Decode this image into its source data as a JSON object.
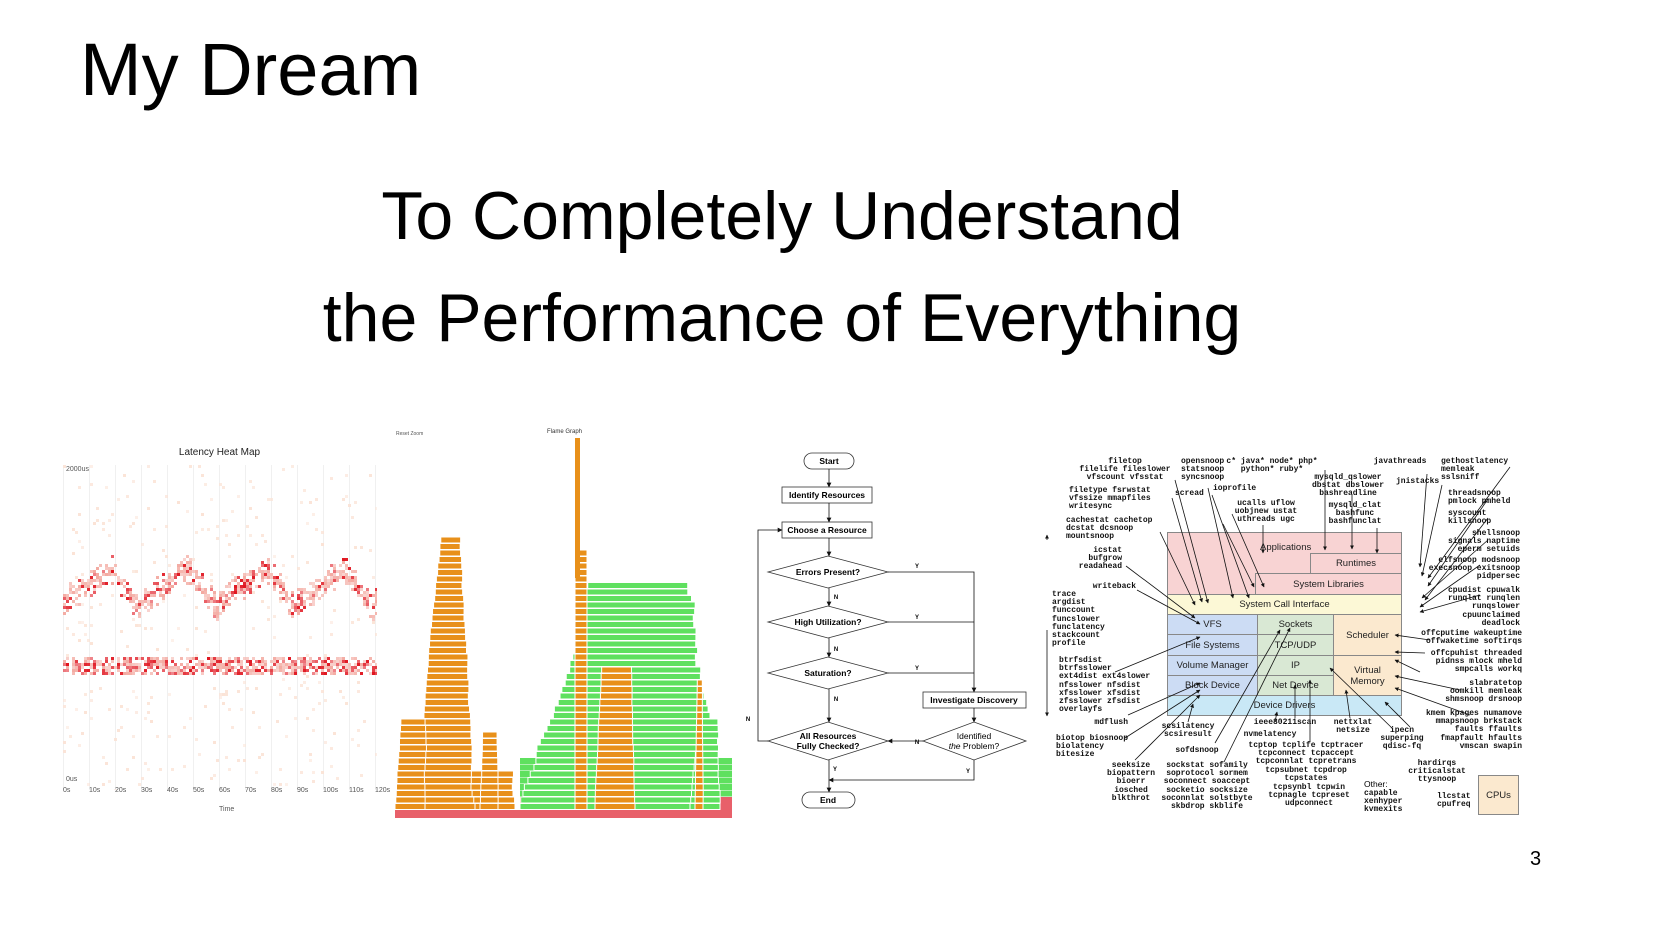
{
  "slide": {
    "title": "My Dream",
    "subtitle_line1": "To Completely Understand",
    "subtitle_line2": "the Performance of Everything",
    "page_number": "3"
  },
  "heatmap": {
    "title": "Latency Heat Map",
    "y_top_label": "2000us",
    "y_bottom_label": "0us",
    "x_ticks": [
      "0s",
      "10s",
      "20s",
      "30s",
      "40s",
      "50s",
      "60s",
      "70s",
      "80s",
      "90s",
      "100s",
      "110s",
      "120s"
    ],
    "x_label": "Time",
    "colors": {
      "hot": "#e0141e",
      "warm": "#f3a9a0",
      "cool": "#fbe3d6"
    }
  },
  "flamegraph": {
    "title": "Flame Graph",
    "reset_zoom": "Reset Zoom",
    "colors": {
      "kernel": "#e8901a",
      "java": "#5fe05f",
      "native": "#e8606a"
    }
  },
  "flowchart": {
    "start": "Start",
    "identify": "Identify Resources",
    "choose": "Choose a Resource",
    "errors": "Errors Present?",
    "utilization": "High Utilization?",
    "saturation": "Saturation?",
    "investigate": "Investigate Discovery",
    "all_checked_1": "All Resources",
    "all_checked_2": "Fully Checked?",
    "identified_1": "Identified",
    "identified_2a": "the",
    "identified_2b": " Problem?",
    "end": "End",
    "yes": "Y",
    "no": "N"
  },
  "bpf": {
    "layers": {
      "applications": "Applications",
      "runtimes": "Runtimes",
      "system_libraries": "System Libraries",
      "syscall": "System Call Interface",
      "vfs": "VFS",
      "file_systems": "File Systems",
      "volume_manager": "Volume Manager",
      "block_device": "Block Device",
      "sockets": "Sockets",
      "tcp_udp": "TCP/UDP",
      "ip": "IP",
      "net_device": "Net Device",
      "scheduler": "Scheduler",
      "virtual_memory": "Virtual\nMemory",
      "device_drivers": "Device Drivers",
      "cpus": "CPUs",
      "other": "Other:"
    },
    "tools": [
      "filetop\nfilelife fileslower\nvfscount vfsstat",
      "opensnoop\nstatsnoop\nsyncsnoop",
      "c* java* node* php*\npython* ruby*",
      "javathreads",
      "gethostlatency\nmemleak\nsslsniff",
      "filetype fsrwstat\nvfssize mmapfiles\nwritesync",
      "scread",
      "ioprofile",
      "mysqld_qslower\ndbstat dbslower\nbashreadline",
      "jnistacks",
      "threadsnoop\npmlock pmheld",
      "syscount\nkillsnoop",
      "ucalls uflow\nuobjnew ustat\nuthreads ugc",
      "mysqld_clat\nbashfunc\nbashfunclat",
      "cachestat cachetop\ndcstat dcsnoop\nmountsnoop",
      "shellsnoop\nsignals naptime\neperm setuids",
      "icstat\nbufgrow\nreadahead",
      "elfsnoop modsnoop\nexecsnoop exitsnoop\npidpersec",
      "writeback",
      "cpudist cpuwalk\nrunqlat runqlen\nrunqslower\ncpuunclaimed\ndeadlock",
      "trace\nargdist\nfunccount\nfuncslower\nfunclatency\nstackcount\nprofile",
      "offcputime wakeuptime\noffwaketime softirqs",
      "offcpuhist threaded\npidnss mlock mheld\nsmpcalls workq",
      "btrfsdist\nbtrfsslower\next4dist ext4slower\nnfsslower nfsdist\nxfsslower xfsdist\nzfsslower zfsdist\noverlayfs",
      "slabratetop\noomkill memleak\nshmsnoop drsnoop",
      "kmem kpages numamove\nmmapsnoop brkstack\nfaults ffaults\nfmapfault hfaults\nvmscan swapin",
      "mdflush",
      "scsilatency\nscsiresult",
      "ieee80211scan",
      "nvmelatency",
      "nettxlat\nnetsize",
      "ipecn\nsuperping\nqdisc-fq",
      "biotop biosnoop\nbiolatency\nbitesize",
      "sofdsnoop",
      "tcptop tcplife tcptracer\ntcpconnect tcpaccept\ntcpconnlat tcpretrans\ntcpsubnet tcpdrop\ntcpstates",
      "seeksize\nbiopattern\nbioerr\niosched\nblkthrot",
      "sockstat sofamily\nsoprotocol sormem\nsoconnect soaccept\nsocketio socksize\nsoconnlat solstbyte\nskbdrop skblife",
      "tcpsynbl tcpwin\ntcpnagle tcpreset\nudpconnect",
      "hardirqs\ncriticalstat\nttysnoop",
      "capable\nxenhyper\nkvmexits",
      "llcstat\ncpufreq"
    ]
  }
}
